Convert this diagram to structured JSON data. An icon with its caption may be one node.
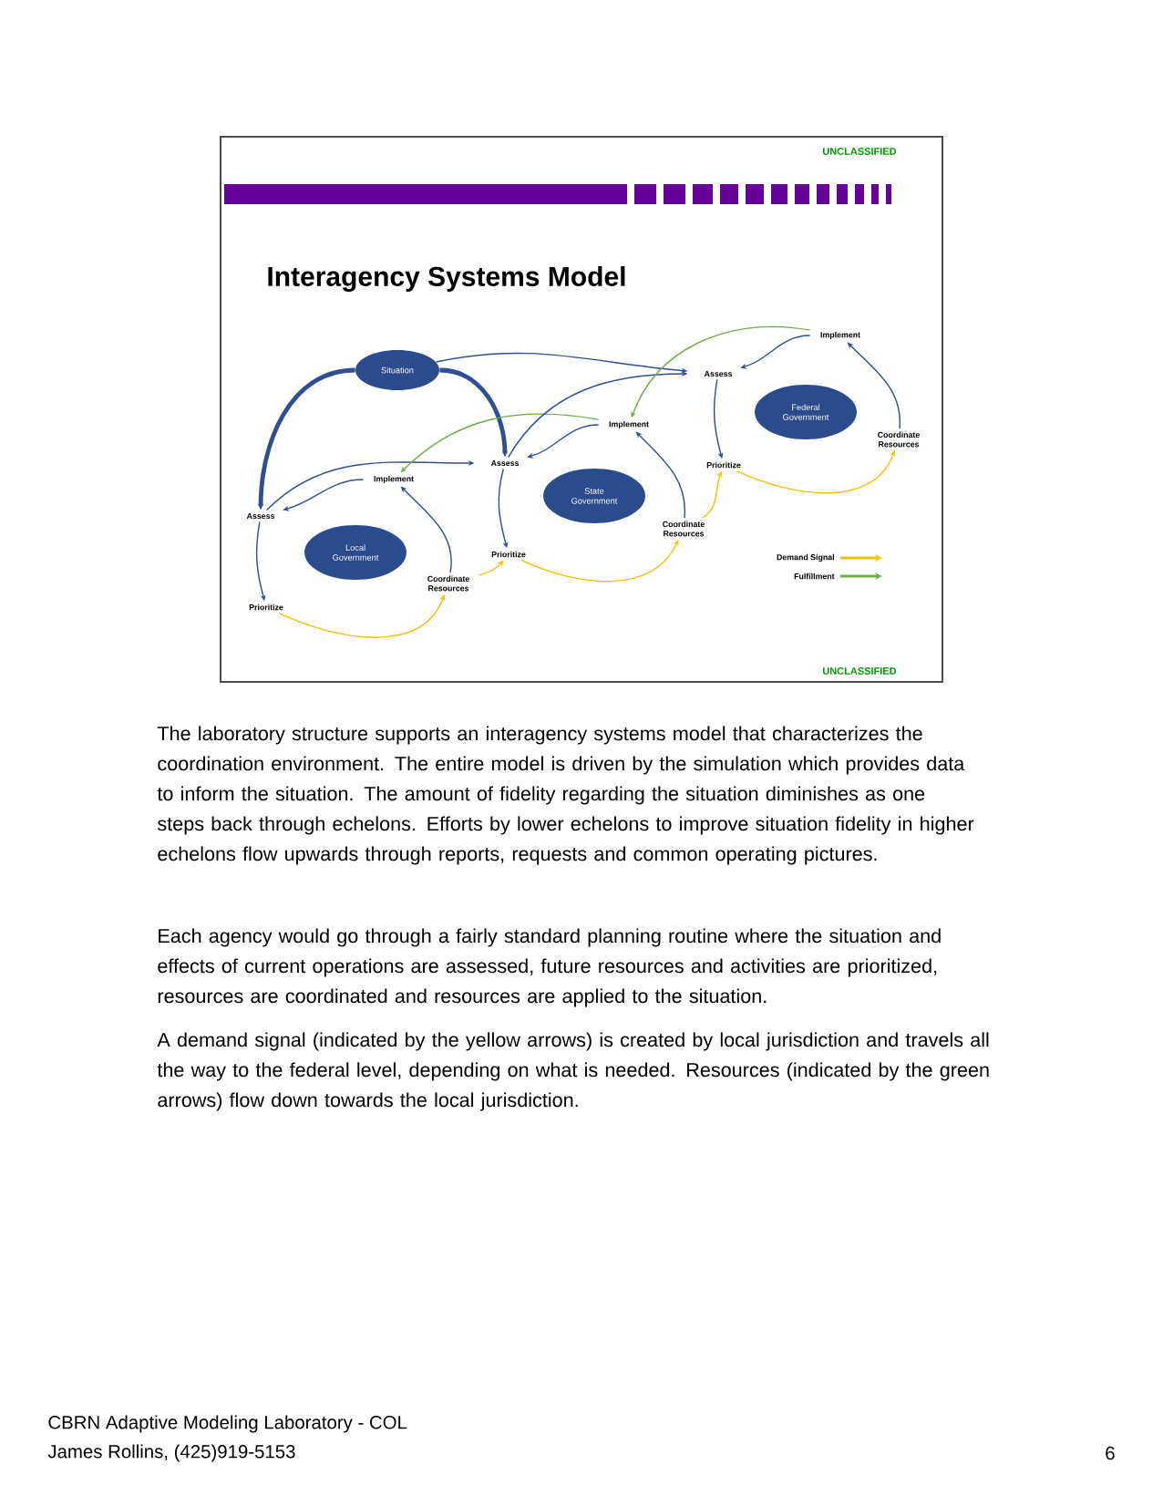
{
  "diagram": {
    "title": "Interagency Systems Model",
    "nodes": [
      {
        "text": [
          "Situation"
        ]
      },
      {
        "text": [
          "Local Government"
        ]
      },
      {
        "text": [
          "State Government"
        ]
      },
      {
        "text": [
          "Federal Government"
        ]
      },
      {
        "text": [
          "Assess"
        ]
      },
      {
        "text": [
          "Prioritize"
        ]
      },
      {
        "text": [
          "Coordinate Resources"
        ]
      },
      {
        "text": [
          "Implement"
        ]
      },
      {
        "text": [
          "Assess"
        ]
      },
      {
        "text": [
          "Prioritize"
        ]
      },
      {
        "text": [
          "Coordinate Resources"
        ]
      },
      {
        "text": [
          "Implement"
        ]
      },
      {
        "text": [
          "Assess"
        ]
      },
      {
        "text": [
          "Prioritize"
        ]
      },
      {
        "text": [
          "Coordinate Resources"
        ]
      },
      {
        "text": [
          "Implement"
        ]
      }
    ],
    "edges": [
      {
        "from": 0,
        "to": 4,
        "arrow": "to",
        "style": "thick"
      },
      {
        "from": 0,
        "to": 8,
        "arrow": "to",
        "style": "thick"
      },
      {
        "from": 0,
        "to": 12,
        "arrow": "to"
      },
      {
        "from": 4,
        "to": 5,
        "arrow": "to"
      },
      {
        "from": 5,
        "to": 6,
        "arrow": "to",
        "color": "#f5c000"
      },
      {
        "from": 6,
        "to": 7,
        "arrow": "to"
      },
      {
        "from": 7,
        "to": 4,
        "arrow": "to"
      },
      {
        "from": 4,
        "to": 8,
        "arrow": "to"
      },
      {
        "from": 6,
        "to": 9,
        "arrow": "to",
        "color": "#f5c000"
      },
      {
        "from": 11,
        "to": 7,
        "arrow": "to",
        "color": "#70ad47"
      },
      {
        "from": 8,
        "to": 9,
        "arrow": "to"
      },
      {
        "from": 9,
        "to": 10,
        "arrow": "to",
        "color": "#f5c000"
      },
      {
        "from": 10,
        "to": 11,
        "arrow": "to"
      },
      {
        "from": 11,
        "to": 8,
        "arrow": "to"
      },
      {
        "from": 8,
        "to": 12,
        "arrow": "to"
      },
      {
        "from": 10,
        "to": 13,
        "arrow": "to",
        "color": "#f5c000"
      },
      {
        "from": 15,
        "to": 11,
        "arrow": "to",
        "color": "#70ad47"
      },
      {
        "from": 12,
        "to": 13,
        "arrow": "to"
      },
      {
        "from": 13,
        "to": 14,
        "arrow": "to",
        "color": "#f5c000"
      },
      {
        "from": 14,
        "to": 15,
        "arrow": "to"
      },
      {
        "from": 15,
        "to": 12,
        "arrow": "to"
      }
    ],
    "labels": [
      "UNCLASSIFIED",
      "UNCLASSIFIED",
      "The laboratory structure supports an interagency systems model that characterizes the coordination environment.  The entire model is driven by the simulation which provides data to inform the situation.  The amount of fidelity regarding the situation diminishes as one steps back through echelons.  Efforts by lower echelons to improve situation fidelity in higher echelons flow upwards through reports, requests and common operating pictures.",
      "Each agency would go through a fairly standard planning routine where the situation and effects of current operations are assessed, future resources and activities are prioritized, resources are coordinated and resources are applied to the situation.",
      "A demand signal (indicated by the yellow arrows) is created by local jurisdiction and travels all the way to the federal level, depending on what is needed.  Resources (indicated by the green arrows) flow down towards the local jurisdiction.",
      "CBRN Adaptive Modeling Laboratory - COL",
      "James Rollins, (425)919-5153",
      "6"
    ],
    "legend": [
      {
        "text": "Demand Signal",
        "color": "#f5c000"
      },
      {
        "text": "Fulfillment",
        "color": "#70ad47"
      }
    ]
  }
}
